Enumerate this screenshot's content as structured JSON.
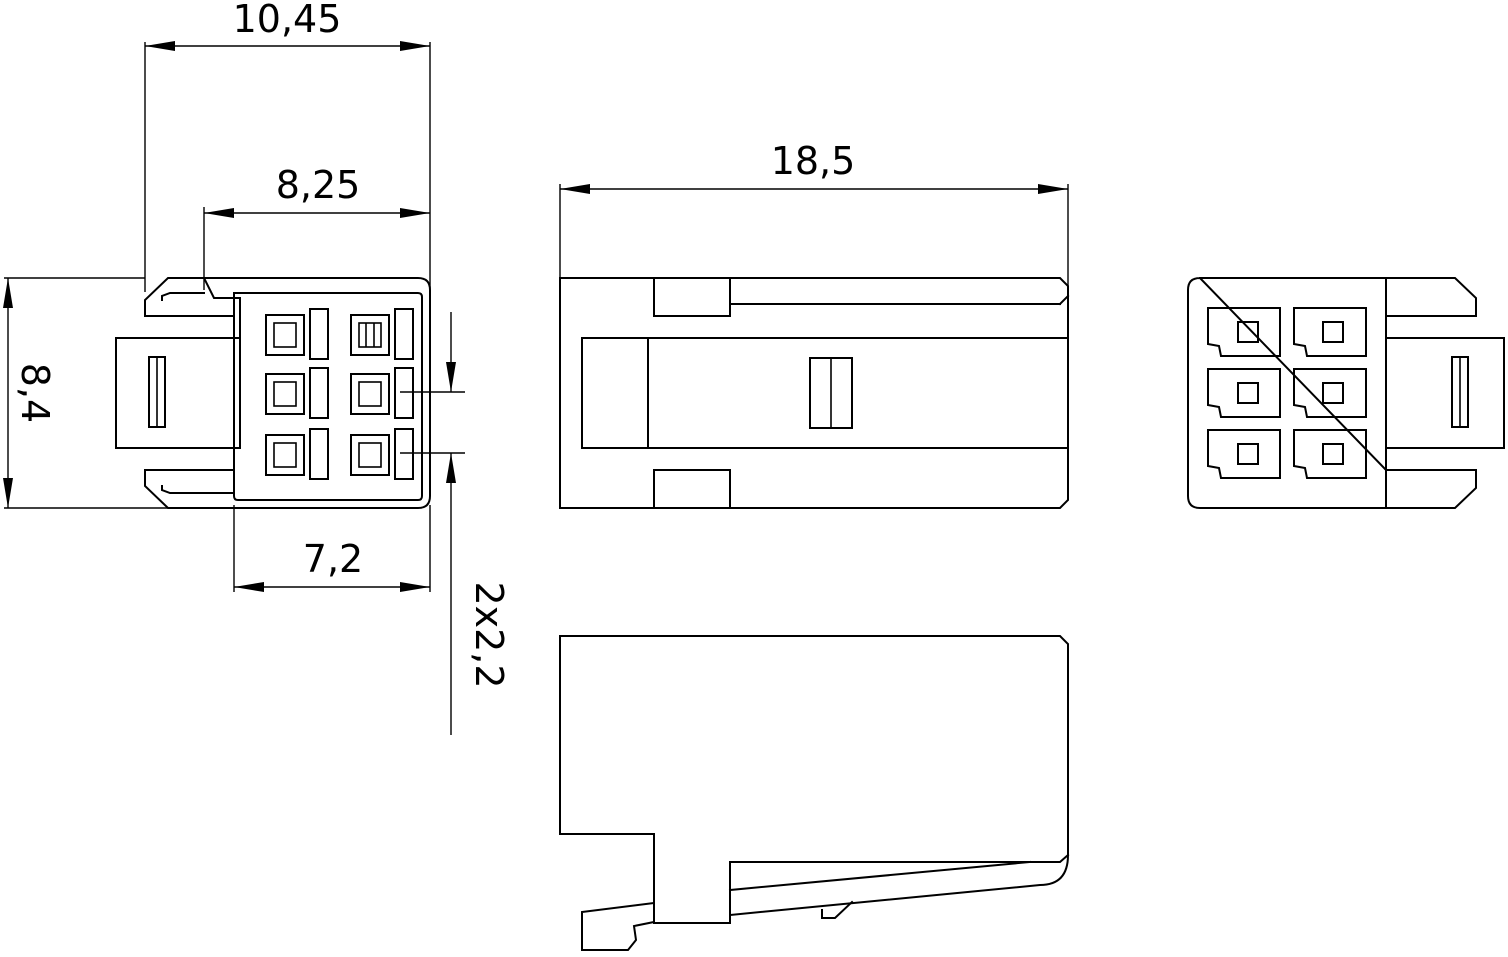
{
  "drawing": {
    "line_color": "#000000",
    "background": "#ffffff",
    "dimensions": {
      "overall_width": "10,45",
      "inner_width": "8,25",
      "height": "8,4",
      "cavity_width": "7,2",
      "pitch": "2x2,2",
      "length": "18,5"
    }
  }
}
